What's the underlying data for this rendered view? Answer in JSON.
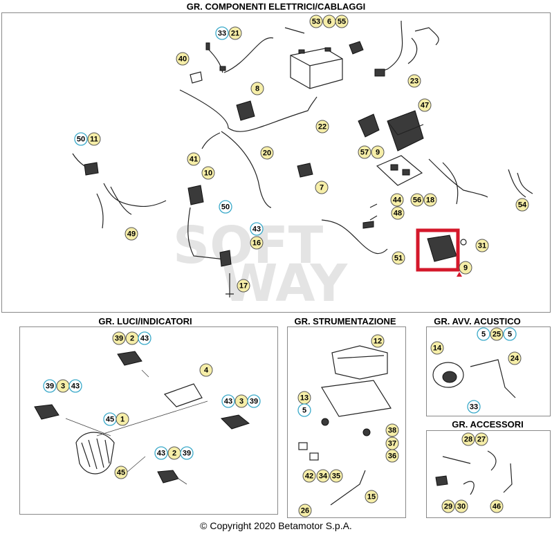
{
  "groups": {
    "electrical": "GR. COMPONENTI ELETTRICI/CABLAGGI",
    "lights": "GR. LUCI/INDICATORI",
    "instruments": "GR. STRUMENTAZIONE",
    "horn": "GR. AVV. ACUSTICO",
    "accessories": "GR. ACCESSORI"
  },
  "copyright": "© Copyright 2020 Betamotor S.p.A.",
  "watermark": [
    "SOFT",
    "WAY"
  ],
  "callouts": {
    "electrical": [
      "33",
      "21",
      "53",
      "6",
      "55",
      "40",
      "8",
      "23",
      "47",
      "22",
      "50",
      "11",
      "57",
      "9",
      "41",
      "20",
      "10",
      "7",
      "50",
      "44",
      "48",
      "56",
      "18",
      "54",
      "49",
      "43",
      "16",
      "31",
      "51",
      "9",
      "17"
    ],
    "lights": [
      "39",
      "2",
      "43",
      "4",
      "39",
      "3",
      "43",
      "43",
      "3",
      "39",
      "45",
      "1",
      "43",
      "2",
      "39",
      "45"
    ],
    "instruments": [
      "12",
      "13",
      "5",
      "38",
      "37",
      "36",
      "42",
      "34",
      "35",
      "15",
      "26"
    ],
    "horn": [
      "5",
      "25",
      "5",
      "14",
      "24",
      "33"
    ],
    "accessories": [
      "28",
      "27",
      "29",
      "30",
      "46"
    ]
  },
  "highlight_color": "#d4182b",
  "callout_colors": {
    "yellow": "#f6eea8",
    "blue": "#3aa9c9"
  }
}
